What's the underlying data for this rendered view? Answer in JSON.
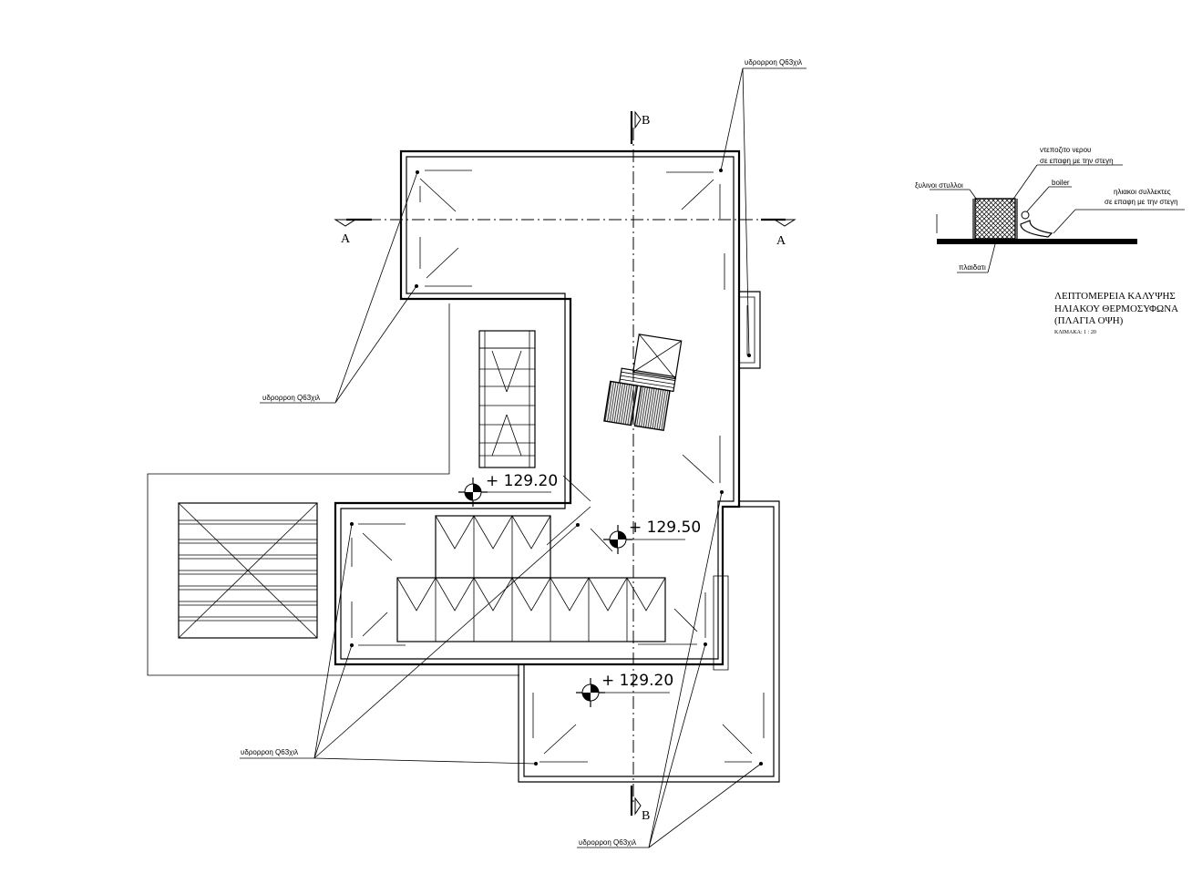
{
  "section_marks": {
    "a": "A",
    "b": "B"
  },
  "elevations": {
    "level_1": "+ 129.20",
    "level_2": "+ 129.50",
    "level_3": "+ 129.20"
  },
  "downpipe_label": "υδρορροη Q63χιλ",
  "detail": {
    "water_tank": "ντεποζιτο νερου",
    "water_tank_note": "σε επαφη με την στεγη",
    "wooden_posts": "ξυλινοι στυλλοι",
    "boiler": "boiler",
    "collectors": "ηλιακοι συλλεκτες",
    "collectors_note": "σε επαφη με την στεγη",
    "slab": "πλαιδατι",
    "title_line1": "ΛΕΠΤΟΜΕΡΕΙΑ ΚΑΛΥΨΗΣ",
    "title_line2": "ΗΛΙΑΚΟΥ ΘΕΡΜΟΣΥΦΩΝΑ",
    "title_line3": "(ΠΛΑΓΙΑ ΟΨΗ)",
    "scale": "ΚΛΙΜΑΚΑ: 1 : 20"
  },
  "colors": {
    "ink": "#000000",
    "paper": "#ffffff"
  }
}
